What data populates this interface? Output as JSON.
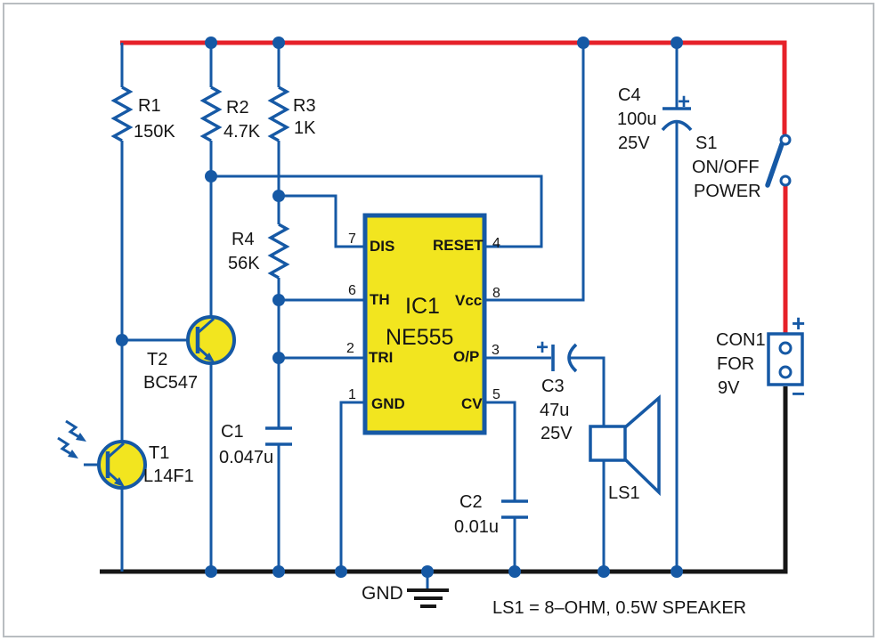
{
  "colors": {
    "wire_blue": "#1659A5",
    "power_red": "#E62129",
    "ground_black": "#161616",
    "component_yellow": "#F2E51F",
    "text_black": "#151515",
    "frame_gray": "#B9BDC1"
  },
  "ic": {
    "ref": "IC1",
    "part": "NE555",
    "left_pins": [
      {
        "num": "7",
        "name": "DIS"
      },
      {
        "num": "6",
        "name": "TH"
      },
      {
        "num": "2",
        "name": "TRI"
      },
      {
        "num": "1",
        "name": "GND"
      }
    ],
    "right_pins": [
      {
        "num": "4",
        "name": "RESET"
      },
      {
        "num": "8",
        "name": "Vcc"
      },
      {
        "num": "3",
        "name": "O/P"
      },
      {
        "num": "5",
        "name": "CV"
      }
    ]
  },
  "components": {
    "r1": {
      "ref": "R1",
      "value": "150K"
    },
    "r2": {
      "ref": "R2",
      "value": "4.7K"
    },
    "r3": {
      "ref": "R3",
      "value": "1K"
    },
    "r4": {
      "ref": "R4",
      "value": "56K"
    },
    "c1": {
      "ref": "C1",
      "value": "0.047u"
    },
    "c2": {
      "ref": "C2",
      "value": "0.01u"
    },
    "c3": {
      "ref": "C3",
      "value": "47u",
      "voltage": "25V"
    },
    "c4": {
      "ref": "C4",
      "value": "100u",
      "voltage": "25V"
    },
    "t1": {
      "ref": "T1",
      "value": "L14F1"
    },
    "t2": {
      "ref": "T2",
      "value": "BC547"
    },
    "s1": {
      "ref": "S1",
      "line2": "ON/OFF",
      "line3": "POWER"
    },
    "con1": {
      "ref": "CON1",
      "line2": "FOR",
      "line3": "9V"
    },
    "ls1": {
      "ref": "LS1"
    }
  },
  "annotations": {
    "ground_label": "GND",
    "note": "LS1 = 8–OHM, 0.5W SPEAKER",
    "c3_plus": "+",
    "c4_plus": "+",
    "con1_plus": "+",
    "con1_minus": "−"
  }
}
